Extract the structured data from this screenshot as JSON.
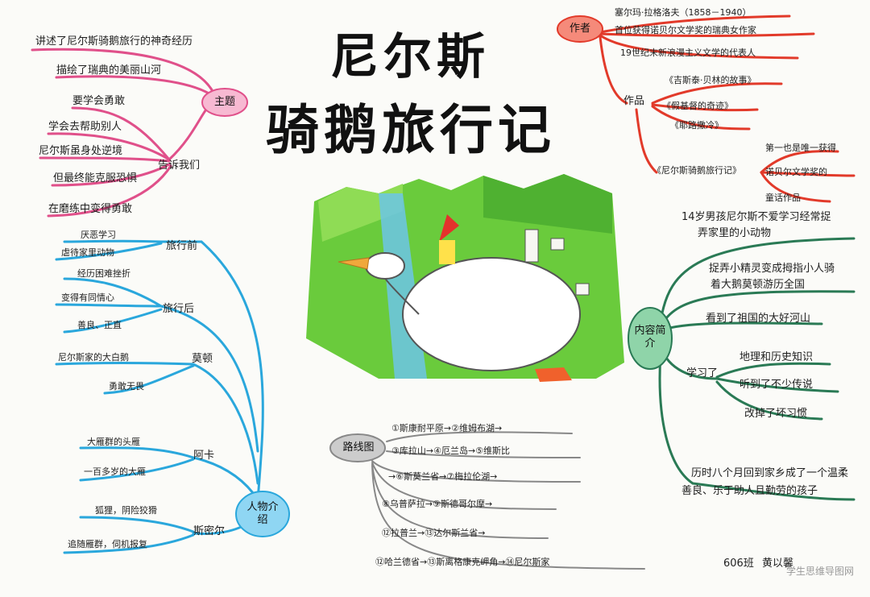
{
  "title": {
    "line1": "尼尔斯",
    "line2": "骑鹅旅行记"
  },
  "theme": {
    "label": "主题",
    "items": [
      "讲述了尼尔斯骑鹅旅行的神奇经历",
      "描绘了瑞典的美丽山河"
    ],
    "tells_label": "告诉我们",
    "tells": [
      "要学会勇敢",
      "学会去帮助别人",
      "尼尔斯虽身处逆境",
      "但最终能克服恐惧",
      "在磨练中变得勇敢"
    ]
  },
  "author": {
    "label": "作者",
    "lines": [
      "塞尔玛·拉格洛夫（1858－1940）",
      "首位获得诺贝尔文学奖的瑞典女作家",
      "19世纪末新浪漫主义文学的代表人"
    ],
    "works_label": "作品",
    "works": [
      "《吉斯泰·贝林的故事》",
      "《假基督的奇迹》",
      "《耶路撒冷》",
      "《尼尔斯骑鹅旅行记》"
    ],
    "works_note": [
      "第一也是唯一获得",
      "诺贝尔文学奖的",
      "童话作品"
    ]
  },
  "characters": {
    "label": "人物介绍",
    "before_label": "旅行前",
    "before": [
      "厌恶学习",
      "虐待家里动物"
    ],
    "after_label": "旅行后",
    "after": [
      "经历困难挫折",
      "变得有同情心",
      "善良、正直"
    ],
    "mokan_label": "莫顿",
    "mokan": [
      "尼尔斯家的大白鹅",
      "勇敢无畏"
    ],
    "akka_label": "阿卡",
    "akka": [
      "大雁群的头雁",
      "一百多岁的大雁"
    ],
    "smirre_label": "斯密尔",
    "smirre": [
      "狐狸，阴险狡猾",
      "追随雁群，伺机报复"
    ]
  },
  "summary": {
    "label": "内容简介",
    "items": [
      "14岁男孩尼尔斯不爱学习经常捉",
      "弄家里的小动物",
      "捉弄小精灵变成拇指小人骑",
      "着大鹅莫顿游历全国",
      "看到了祖国的大好河山"
    ],
    "learned_label": "学习了",
    "learned": [
      "地理和历史知识",
      "听到了不少传说",
      "改掉了坏习惯"
    ],
    "ending": [
      "历时八个月回到家乡成了一个温柔",
      "善良、乐于助人且勤劳的孩子"
    ]
  },
  "route": {
    "label": "路线图",
    "rows": [
      "①斯康耐平原→②维姆布湖→",
      "③库拉山→④厄兰岛→⑤维斯比",
      "→⑥斯莫兰省→⑦梅拉伦湖→",
      "⑧乌普萨拉→⑨斯德哥尔摩→",
      "⑫拉普兰→⑬达尔斯兰省→",
      "⑫哈兰德省→⑬斯离格康克岬角→⑭尼尔斯家"
    ]
  },
  "signature": {
    "class": "606班",
    "name": "黄以馨"
  },
  "watermark": "学生思维导图网",
  "colors": {
    "theme": "#e0508a",
    "author": "#e23a2a",
    "characters": "#2aa7dc",
    "summary": "#2a7a55",
    "route": "#888888",
    "grass": "#5ec23a"
  }
}
